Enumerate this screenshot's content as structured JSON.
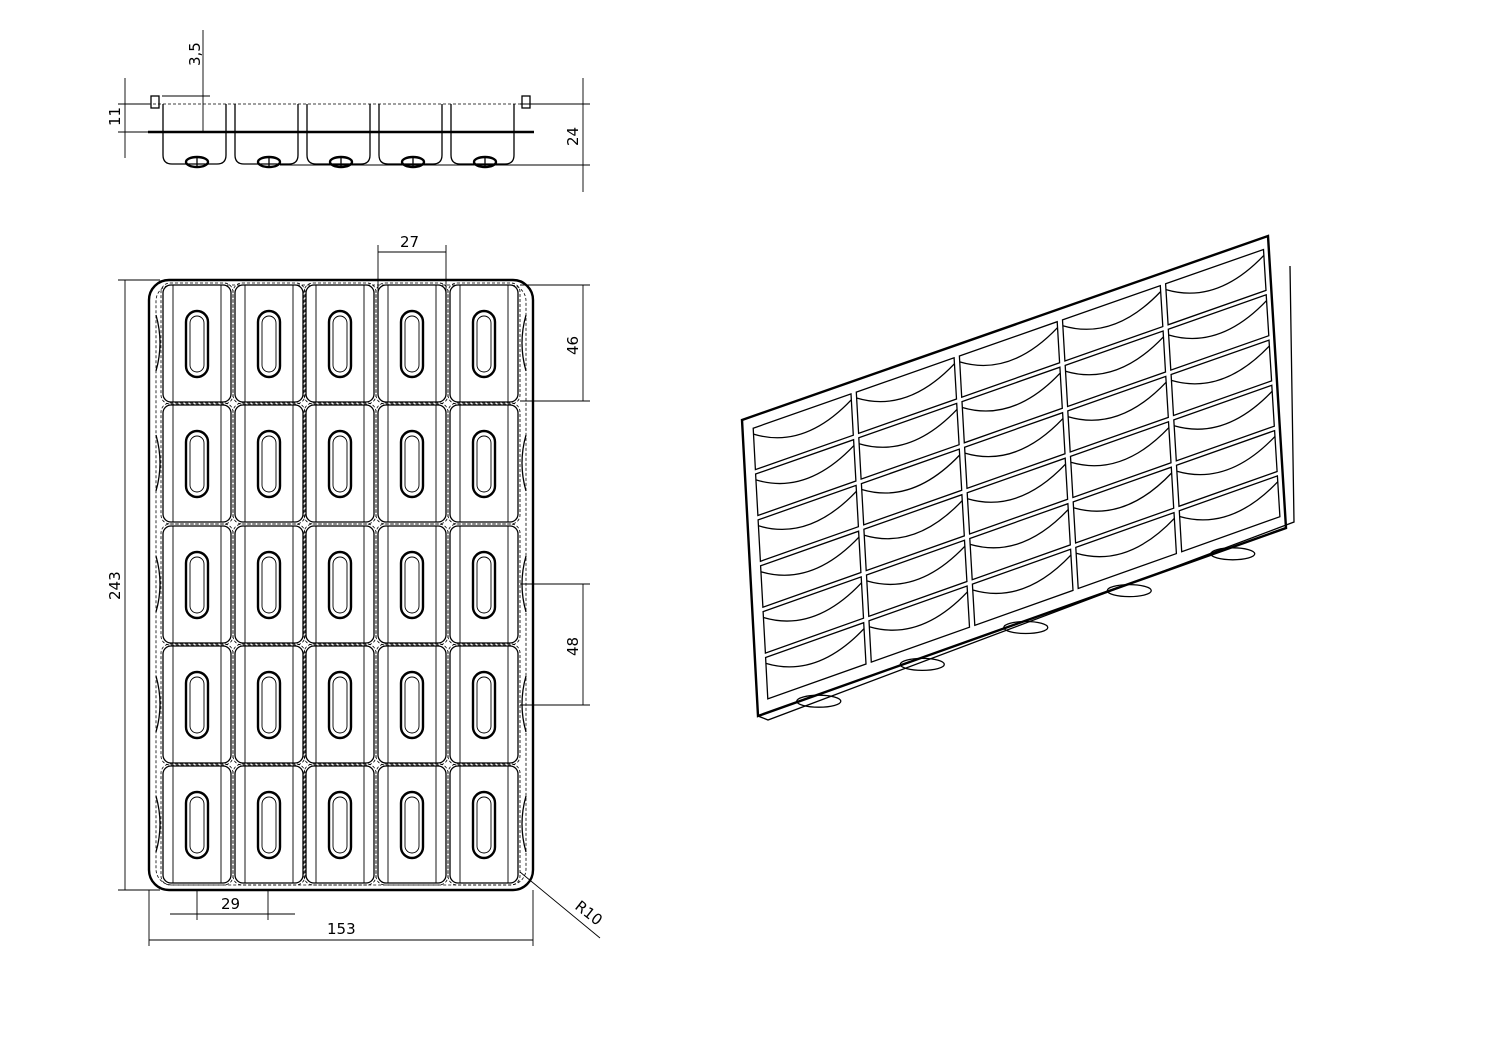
{
  "drawing": {
    "views": [
      "side-view",
      "plan-view",
      "isometric-view"
    ],
    "grid": {
      "columns": 5,
      "rows": 5
    },
    "dimensions": {
      "rim_step": "3,5",
      "rim_height": "11",
      "total_height": "24",
      "slot_pitch_width": "27",
      "cell_height": "46",
      "total_length": "243",
      "cell_pitch": "48",
      "cell_width": "29",
      "total_width": "153",
      "corner_radius": "R10"
    },
    "line_color": "#000000",
    "background": "#ffffff"
  }
}
